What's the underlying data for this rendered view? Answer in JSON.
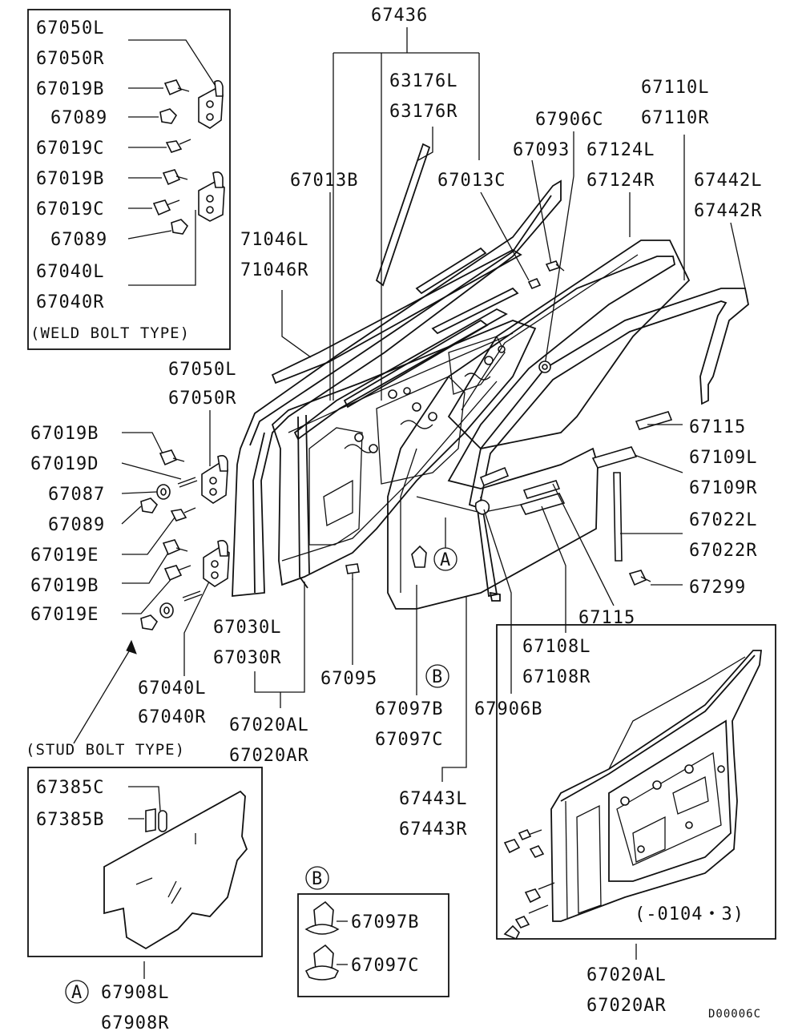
{
  "diagram": {
    "labels": {
      "l67050L_a": "67050L",
      "l67050R_a": "67050R",
      "l67019B_a": "67019B",
      "l67089_a": "67089",
      "l67019C_a": "67019C",
      "l67019B_b": "67019B",
      "l67019C_b": "67019C",
      "l67089_b": "67089",
      "l67040L_a": "67040L",
      "l67040R_a": "67040R",
      "weld": "(WELD BOLT TYPE)",
      "l67436": "67436",
      "l63176L": "63176L",
      "l63176R": "63176R",
      "l67013B": "67013B",
      "l67013C": "67013C",
      "l67906C": "67906C",
      "l67093": "67093",
      "l67110L": "67110L",
      "l67110R": "67110R",
      "l67124L": "67124L",
      "l67124R": "67124R",
      "l67442L": "67442L",
      "l67442R": "67442R",
      "l71046L": "71046L",
      "l71046R": "71046R",
      "l67050L_b": "67050L",
      "l67050R_b": "67050R",
      "l67019B_c": "67019B",
      "l67019D": "67019D",
      "l67087": "67087",
      "l67089_c": "67089",
      "l67019E_a": "67019E",
      "l67019B_d": "67019B",
      "l67019E_b": "67019E",
      "l67115_a": "67115",
      "l67109L": "67109L",
      "l67109R": "67109R",
      "l67022L": "67022L",
      "l67022R": "67022R",
      "l67299": "67299",
      "l67115_b": "67115",
      "l67108L": "67108L",
      "l67108R": "67108R",
      "l67030L": "67030L",
      "l67030R": "67030R",
      "l67095": "67095",
      "l67040L_b": "67040L",
      "l67040R_b": "67040R",
      "l67020AL_a": "67020AL",
      "l67020AR_a": "67020AR",
      "l67097B_a": "67097B",
      "l67097C_a": "67097C",
      "l67906B": "67906B",
      "stud": "(STUD BOLT TYPE)",
      "l67443L": "67443L",
      "l67443R": "67443R",
      "l67385C": "67385C",
      "l67385B": "67385B",
      "l67908L": "67908L",
      "l67908R": "67908R",
      "l67097B_b": "67097B",
      "l67097C_b": "67097C",
      "date": "(-0104・3)",
      "l67020AL_b": "67020AL",
      "l67020AR_b": "67020AR",
      "code": "D00006C",
      "refA_1": "A",
      "refA_2": "A",
      "refB_1": "B",
      "refB_2": "B"
    }
  }
}
